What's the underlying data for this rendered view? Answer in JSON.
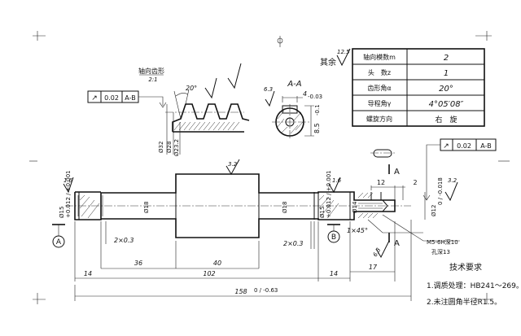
{
  "param_table": {
    "rows": [
      {
        "label": "轴向模数m",
        "value": "2"
      },
      {
        "label": "头　数z",
        "value": "1"
      },
      {
        "label": "齿形角α",
        "value": "20°"
      },
      {
        "label": "导程角γ",
        "value": "4°05′08″"
      },
      {
        "label": "螺旋方向",
        "value": "右　旋"
      }
    ]
  },
  "other_roughness": {
    "label": "其余",
    "value": "12.5"
  },
  "thread_detail": {
    "title": "轴向齿形",
    "scale": "2:1",
    "angle": "20°",
    "dia_outer": "Ø32",
    "dia_pitch": "Ø28",
    "dia_root": "Ø23.2",
    "tol_symbol": "↗",
    "tol_value": "0.02",
    "tol_datum": "A-B"
  },
  "section": {
    "title": "A-A",
    "roughness": "6.3",
    "key_width": "4",
    "key_tol": "-0.03",
    "depth": "8.5",
    "depth_tol": "-0.1"
  },
  "main_view": {
    "roughness_left": "1.6",
    "roughness_center": "3.2",
    "roughness_right": "1.6",
    "roughness_end": "3.2",
    "dia_left": "Ø15",
    "dia_left_tol": "+0.012 / +0.001",
    "dia_18_left": "Ø18",
    "dia_18_right": "Ø18",
    "dia_right": "Ø15",
    "dia_right_tol": "+0.012 / +0.001",
    "dia_14": "Ø14",
    "dia_end": "Ø12",
    "dia_end_tol": "0 / -0.018",
    "groove_left": "2×0.3",
    "groove_right": "2×0.3",
    "chamfer": "1×45°",
    "thread_note": "M5-6H深10",
    "hole_note": "孔深13",
    "datum_a": "A",
    "datum_b": "B",
    "section_mark": "A",
    "dim_12": "12",
    "dim_2": "2",
    "dim_36": "36",
    "dim_40": "40",
    "dim_14_left": "14",
    "dim_14_right": "14",
    "dim_102": "102",
    "dim_17": "17",
    "dim_total": "158",
    "dim_total_tol": "0 / -0.63",
    "tol_value": "0.02",
    "tol_datum": "A-B",
    "roughness_key": "6.3"
  },
  "tech_req": {
    "title": "技术要求",
    "items": [
      "1.调质处理：HB241～269。",
      "2.未注圆角半径R1.5。"
    ]
  }
}
